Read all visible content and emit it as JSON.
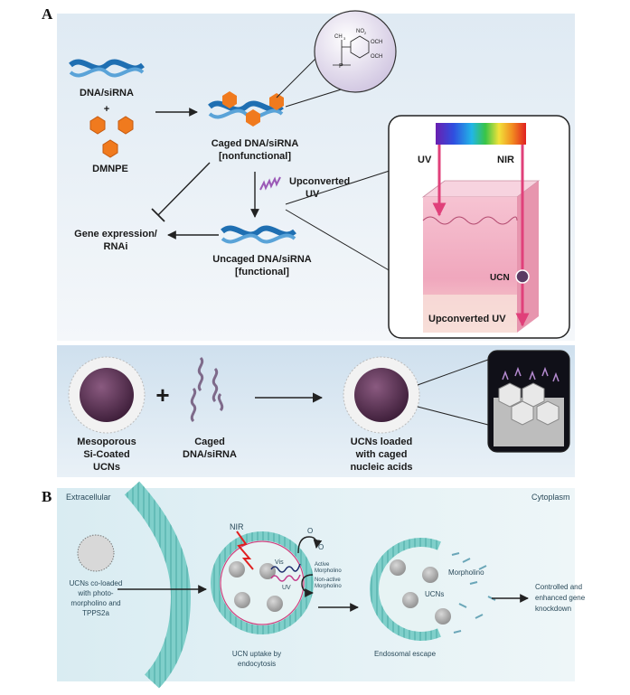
{
  "panels": {
    "a": "A",
    "b": "B"
  },
  "panel_a": {
    "dna_sirna": "DNA/siRNA",
    "plus": "+",
    "dmnpe": "DMNPE",
    "caged_title": "Caged DNA/siRNA",
    "caged_sub": "[nonfunctional]",
    "upconverted_1": "Upconverted",
    "upconverted_2": "UV",
    "uncaged_title": "Uncaged DNA/siRNA",
    "uncaged_sub": "[functional]",
    "gene_1": "Gene expression/",
    "gene_2": "RNAi",
    "uv": "UV",
    "nir": "NIR",
    "ucn": "UCN",
    "upconverted_uv": "Upconverted UV",
    "chem_ch3": "CH",
    "chem_3": "3",
    "chem_no2": "NO",
    "chem_2": "2",
    "chem_och3_a": "OCH",
    "chem_och3_b": "OCH",
    "chem_p": "P"
  },
  "panel_a2": {
    "mesoporous_1": "Mesoporous",
    "mesoporous_2": "Si-Coated",
    "mesoporous_3": "UCNs",
    "plus": "+",
    "caged_1": "Caged",
    "caged_2": "DNA/siRNA",
    "loaded_1": "UCNs loaded",
    "loaded_2": "with caged",
    "loaded_3": "nucleic acids"
  },
  "panel_b": {
    "extracellular": "Extracellular",
    "cytoplasm": "Cytoplasm",
    "ucn_coloaded": [
      "UCNs co-loaded",
      "with photo-",
      "morpholino and",
      "TPPS2a"
    ],
    "nir": "NIR",
    "singlet_o2": "O",
    "triplet_o2": "O",
    "vis": "Vis",
    "uv": "UV",
    "active_morph": [
      "Active",
      "Morpholino"
    ],
    "nonactive_morph": [
      "Non-active",
      "Morpholino"
    ],
    "uptake": [
      "UCN uptake by",
      "endocytosis"
    ],
    "morpholino": "Morpholino",
    "ucns": "UCNs",
    "endosomal": "Endosomal escape",
    "controlled": [
      "Controlled and",
      "enhanced gene",
      "knockdown"
    ]
  },
  "colors": {
    "dna_blue": "#1f6fb2",
    "dmnpe_orange": "#f07a1e",
    "skin_pink": "#f2b5c8",
    "arrow_magenta": "#e0407a",
    "membrane_teal": "#6fc6c2",
    "ucn_purple": "#4a2a48"
  }
}
